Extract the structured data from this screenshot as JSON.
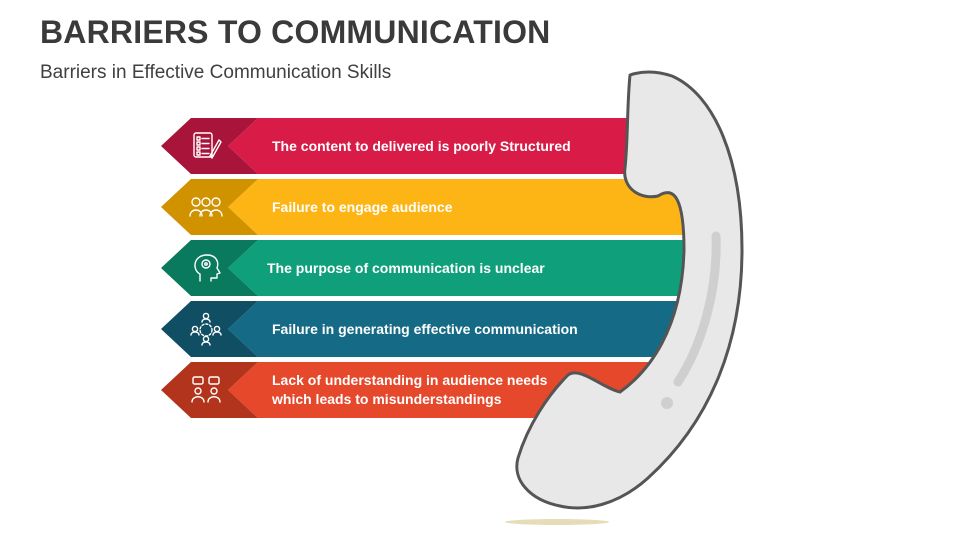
{
  "slide": {
    "title": "BARRIERS TO COMMUNICATION",
    "subtitle": "Barriers in Effective Communication Skills"
  },
  "rows": [
    {
      "icon": "checklist-icon",
      "color": "#D81B47",
      "dark": "#A8143A",
      "lines": [
        "The content to delivered is poorly Structured"
      ]
    },
    {
      "icon": "audience-group-icon",
      "color": "#FDB515",
      "dark": "#D19200",
      "lines": [
        "Failure to engage audience"
      ]
    },
    {
      "icon": "head-gear-icon",
      "color": "#0FA07B",
      "dark": "#0A7A5E",
      "lines": [
        "The purpose of communication is unclear"
      ]
    },
    {
      "icon": "team-network-icon",
      "color": "#156A85",
      "dark": "#0F4E63",
      "lines": [
        "Failure in generating effective communication"
      ]
    },
    {
      "icon": "chat-people-icon",
      "color": "#E5482B",
      "dark": "#B3341C",
      "lines": [
        "Lack of understanding in audience needs",
        "which leads to misunderstandings"
      ]
    }
  ],
  "handset": {
    "icon": "telephone-handset-icon",
    "body_color": "#E8E8E8",
    "outline_color": "#555555"
  }
}
